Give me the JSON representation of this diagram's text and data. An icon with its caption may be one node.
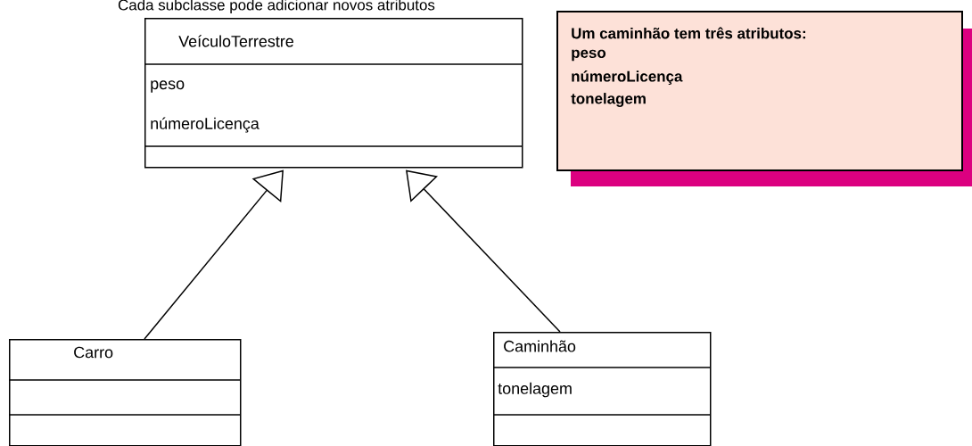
{
  "diagram": {
    "title": "Cada subclasse pode adicionar novos atributos",
    "nodes": [
      {
        "text": [
          "VeículoTerrestre",
          "peso",
          "númeroLicença"
        ]
      },
      {
        "text": [
          "Carro"
        ]
      },
      {
        "text": [
          "Caminhão",
          "tonelagem"
        ]
      },
      {
        "text": [
          "Um caminhão tem três atributos:",
          "peso",
          "númeroLicença",
          "tonelagem"
        ]
      }
    ],
    "edges": [
      {
        "from": 1,
        "to": 0,
        "arrow": "to"
      },
      {
        "from": 2,
        "to": 0,
        "arrow": "to"
      }
    ]
  }
}
